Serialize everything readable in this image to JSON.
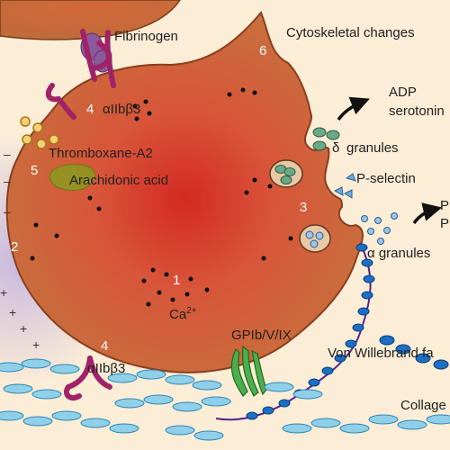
{
  "numbers": {
    "n1": "1",
    "n2": "2",
    "n3": "3",
    "n4_top": "4",
    "n4_bottom": "4",
    "n5": "5",
    "n6": "6"
  },
  "labels": {
    "fibrinogen": "Fibrinogen",
    "cytoskeletal": "Cytoskeletal changes",
    "adp": "ADP",
    "serotonin": "serotonin",
    "delta_prefix": "δ",
    "delta_granules": "granules",
    "p_selectin": "P-selectin",
    "alpha_granules": "α granules",
    "pf_1": "P",
    "pf_2": "P",
    "thromboxane": "Thromboxane-A2",
    "arachidonic": "Arachidonic acid",
    "aiib_top": "αIIbβ3",
    "aiib_bottom": "αIIbβ3",
    "ca": "Ca",
    "ca_sup": "2+",
    "gpib": "GPIb/V/IX",
    "vwf": "Von Willebrand fa",
    "collagen": "Collage"
  },
  "membrane_signs": {
    "minus": [
      "–",
      "–",
      "–"
    ],
    "plus": [
      "+",
      "+",
      "+",
      "+"
    ]
  },
  "colors": {
    "background": "#fbedd6",
    "platelet_center": "#d42a22",
    "platelet_edge": "#c7703c",
    "arrow": "#111111",
    "granule": "#6aa886",
    "integrin": "#a0236a",
    "vwf_beads": "#1b6fc4",
    "gpib": "#3c9a3c",
    "arachidonic": "#8a9a1e",
    "thromboxane": "#f6d073"
  }
}
